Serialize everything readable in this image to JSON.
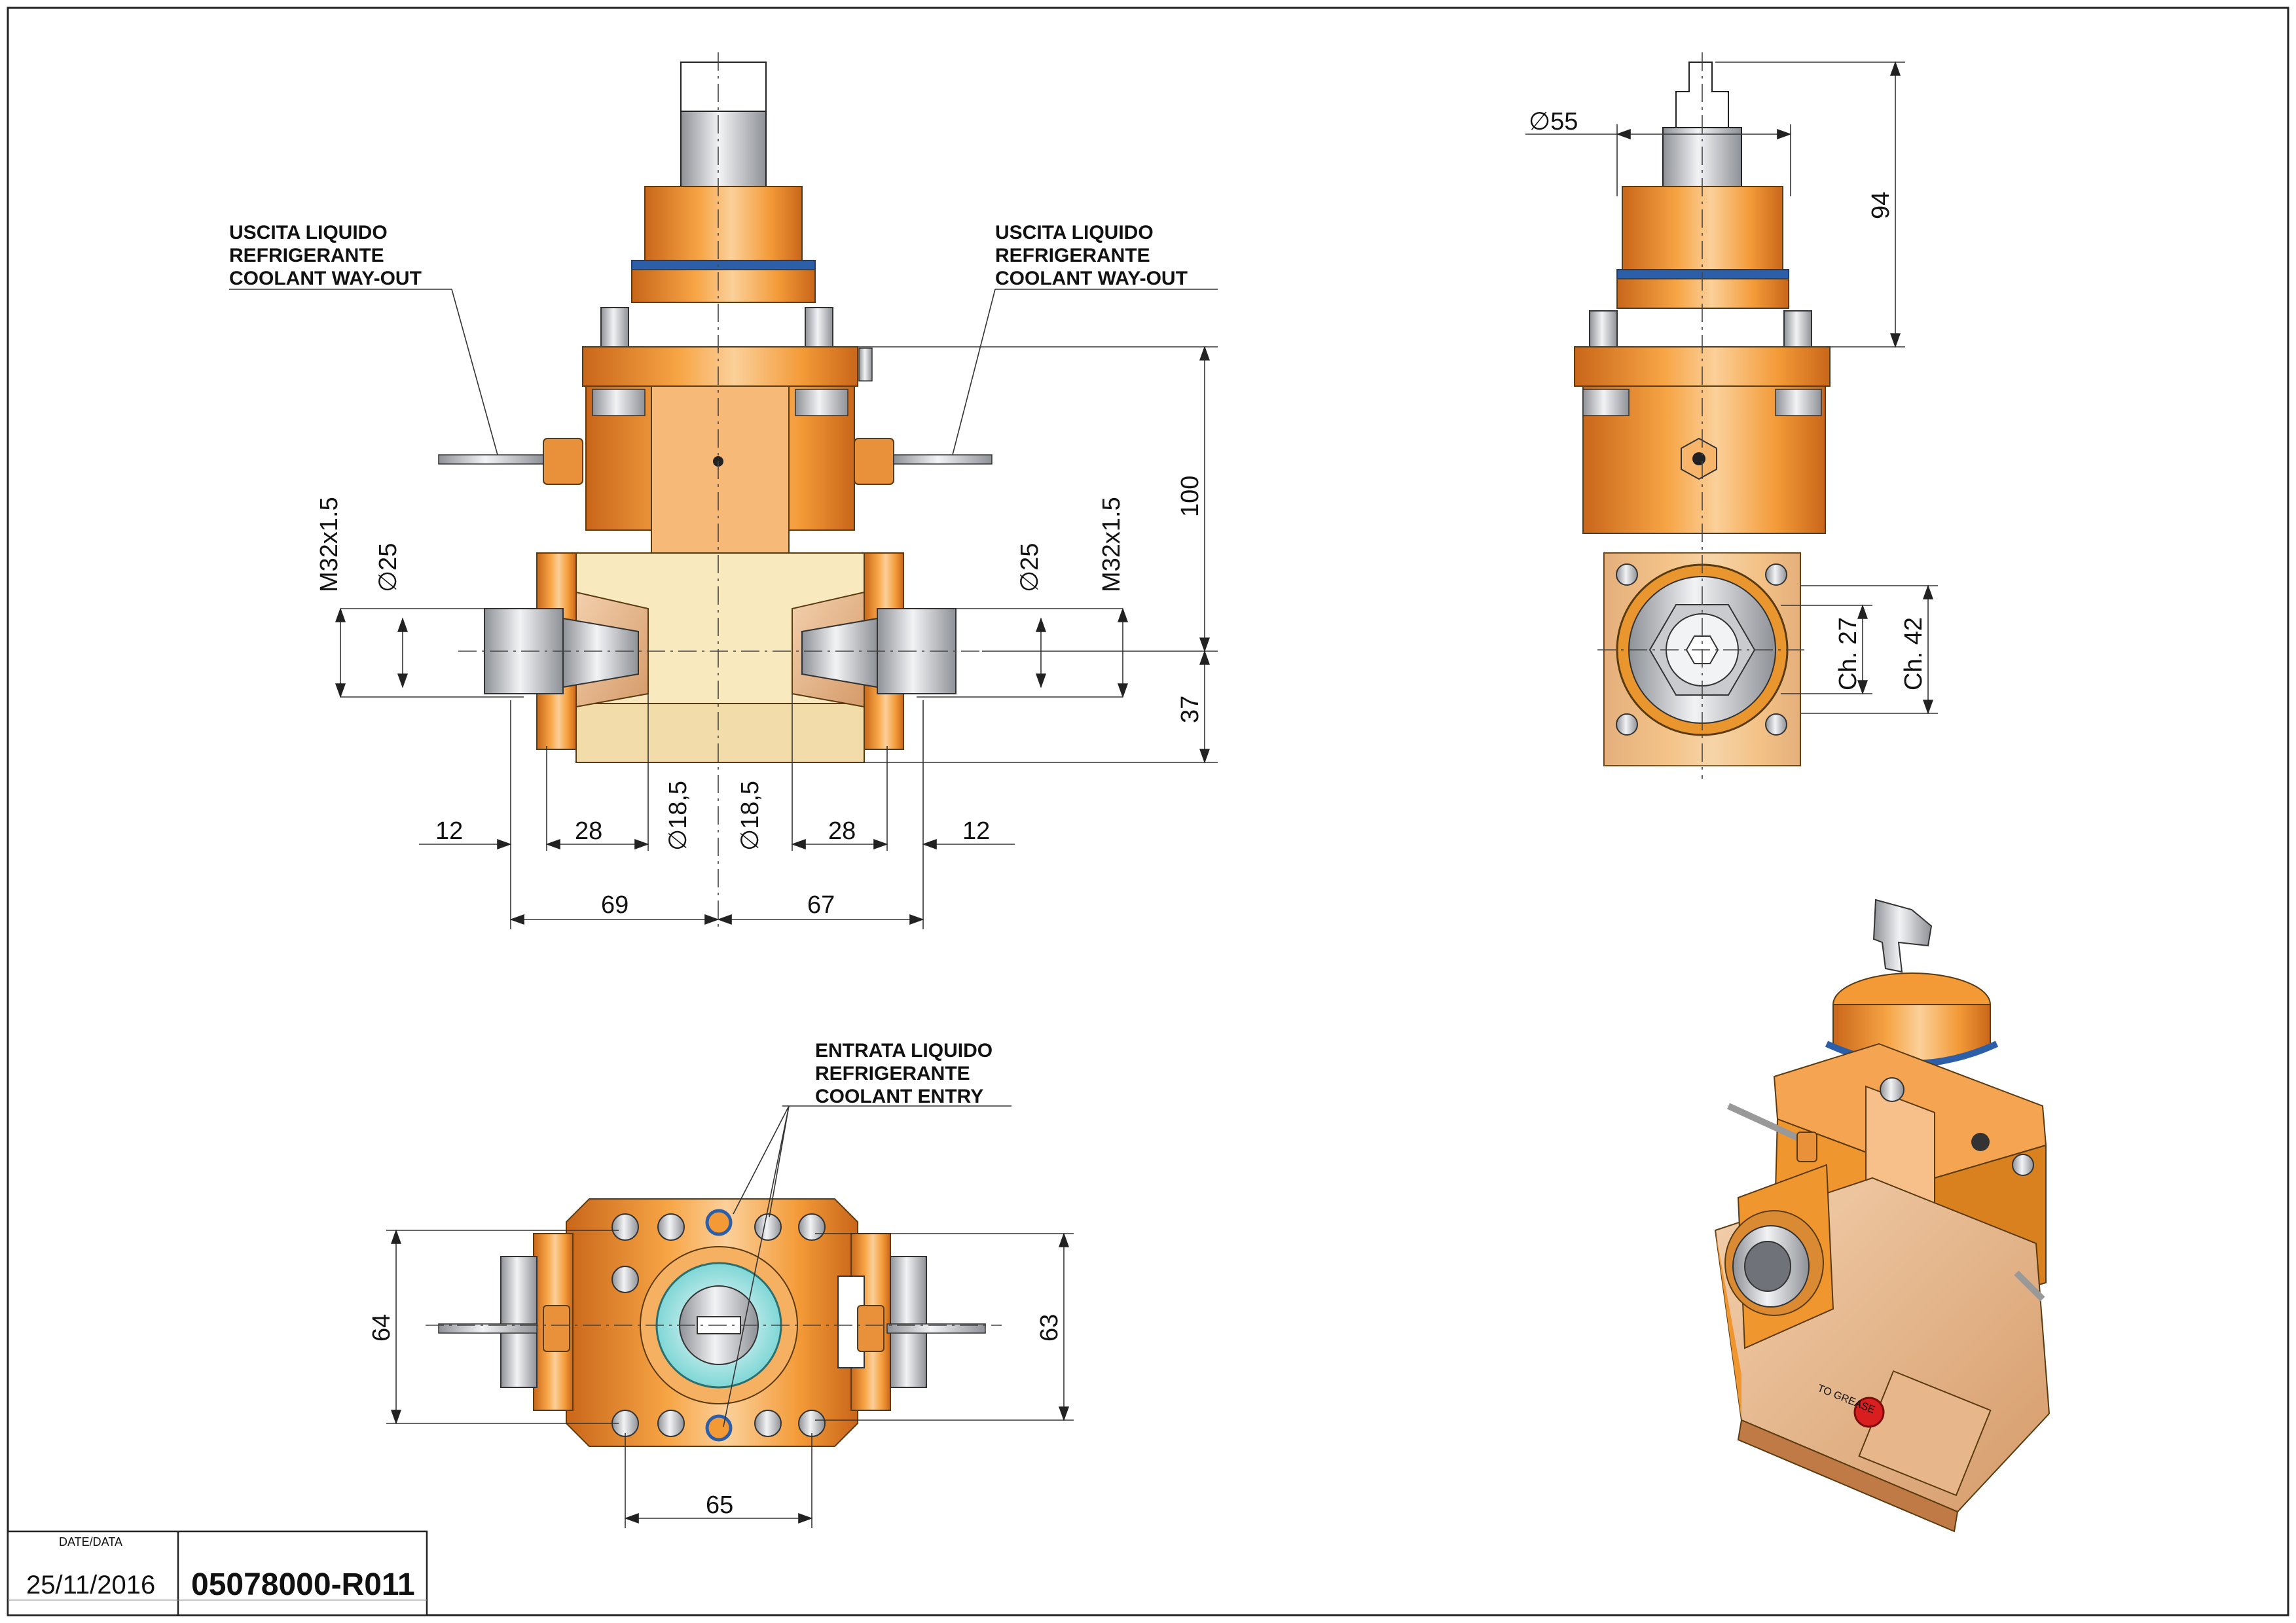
{
  "title_block": {
    "date_header": "DATE/DATA",
    "date": "25/11/2016",
    "part_code": "05078000-R011"
  },
  "callouts": {
    "left_outlet": [
      "USCITA LIQUIDO",
      "REFRIGERANTE",
      "COOLANT WAY-OUT"
    ],
    "right_outlet": [
      "USCITA LIQUIDO",
      "REFRIGERANTE",
      "COOLANT WAY-OUT"
    ],
    "entry": [
      "ENTRATA LIQUIDO",
      "REFRIGERANTE",
      "COOLANT ENTRY"
    ]
  },
  "front_view": {
    "thread_left": "M32x1.5",
    "bore_left": "∅25",
    "thread_right": "M32x1.5",
    "bore_right": "∅25",
    "height_100": "100",
    "height_37": "37",
    "d_12_left": "12",
    "d_28_left": "28",
    "d_185_left": "∅18,5",
    "d_185_right": "∅18,5",
    "d_28_right": "28",
    "d_12_right": "12",
    "d_69": "69",
    "d_67": "67"
  },
  "side_view": {
    "dia_55": "∅55",
    "len_94": "94",
    "ch_27": "Ch. 27",
    "ch_42": "Ch. 42"
  },
  "top_view": {
    "d_64": "64",
    "d_63": "63",
    "d_65": "65"
  },
  "iso_view": {
    "plate_text": "TO GREASE"
  },
  "colors": {
    "body_orange": "#f0962e",
    "body_light": "#f7c98a",
    "bronze": "#e9b98c",
    "cream": "#f8e9bf",
    "steel": "#b9bcc2",
    "ring_blue": "#2c5fa8",
    "line": "#222222"
  }
}
